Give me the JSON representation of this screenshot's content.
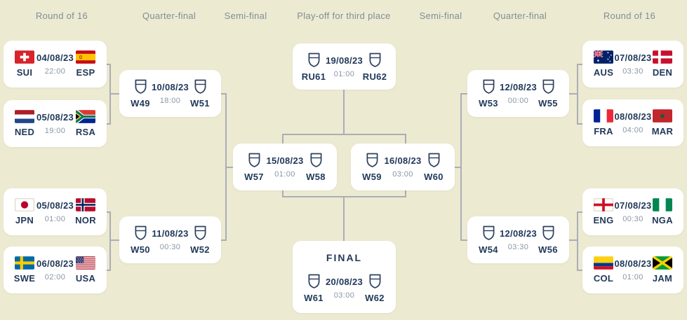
{
  "colors": {
    "background": "#EDEAD2",
    "card": "#FFFFFF",
    "navy_text": "#21395A",
    "muted_text": "#8B95A5",
    "header_text": "#7E8E93",
    "connector": "#A9AEB6"
  },
  "headers": [
    {
      "label": "Round of 16"
    },
    {
      "label": "Quarter-final"
    },
    {
      "label": "Semi-final"
    },
    {
      "label": "Play-off for third place"
    },
    {
      "label": "Semi-final"
    },
    {
      "label": "Quarter-final"
    },
    {
      "label": "Round of 16"
    }
  ],
  "final_label": "FINAL",
  "matches": [
    {
      "date": "04/08/23",
      "time": "22:00",
      "home": {
        "code": "SUI",
        "flag": "SUI"
      },
      "away": {
        "code": "ESP",
        "flag": "ESP"
      }
    },
    {
      "date": "05/08/23",
      "time": "19:00",
      "home": {
        "code": "NED",
        "flag": "NED"
      },
      "away": {
        "code": "RSA",
        "flag": "RSA"
      }
    },
    {
      "date": "05/08/23",
      "time": "01:00",
      "home": {
        "code": "JPN",
        "flag": "JPN"
      },
      "away": {
        "code": "NOR",
        "flag": "NOR"
      }
    },
    {
      "date": "06/08/23",
      "time": "02:00",
      "home": {
        "code": "SWE",
        "flag": "SWE"
      },
      "away": {
        "code": "USA",
        "flag": "USA"
      }
    },
    {
      "date": "10/08/23",
      "time": "18:00",
      "home": {
        "code": "W49",
        "flag": "SHIELD"
      },
      "away": {
        "code": "W51",
        "flag": "SHIELD"
      }
    },
    {
      "date": "11/08/23",
      "time": "00:30",
      "home": {
        "code": "W50",
        "flag": "SHIELD"
      },
      "away": {
        "code": "W52",
        "flag": "SHIELD"
      }
    },
    {
      "date": "15/08/23",
      "time": "01:00",
      "home": {
        "code": "W57",
        "flag": "SHIELD"
      },
      "away": {
        "code": "W58",
        "flag": "SHIELD"
      }
    },
    {
      "date": "19/08/23",
      "time": "01:00",
      "home": {
        "code": "RU61",
        "flag": "SHIELD"
      },
      "away": {
        "code": "RU62",
        "flag": "SHIELD"
      }
    },
    {
      "date": "16/08/23",
      "time": "03:00",
      "home": {
        "code": "W59",
        "flag": "SHIELD"
      },
      "away": {
        "code": "W60",
        "flag": "SHIELD"
      }
    },
    {
      "title": "FINAL",
      "date": "20/08/23",
      "time": "03:00",
      "home": {
        "code": "W61",
        "flag": "SHIELD"
      },
      "away": {
        "code": "W62",
        "flag": "SHIELD"
      }
    },
    {
      "date": "12/08/23",
      "time": "00:00",
      "home": {
        "code": "W53",
        "flag": "SHIELD"
      },
      "away": {
        "code": "W55",
        "flag": "SHIELD"
      }
    },
    {
      "date": "12/08/23",
      "time": "03:30",
      "home": {
        "code": "W54",
        "flag": "SHIELD"
      },
      "away": {
        "code": "W56",
        "flag": "SHIELD"
      }
    },
    {
      "date": "07/08/23",
      "time": "03:30",
      "home": {
        "code": "AUS",
        "flag": "AUS"
      },
      "away": {
        "code": "DEN",
        "flag": "DEN"
      }
    },
    {
      "date": "08/08/23",
      "time": "04:00",
      "home": {
        "code": "FRA",
        "flag": "FRA"
      },
      "away": {
        "code": "MAR",
        "flag": "MAR"
      }
    },
    {
      "date": "07/08/23",
      "time": "00:30",
      "home": {
        "code": "ENG",
        "flag": "ENG"
      },
      "away": {
        "code": "NGA",
        "flag": "NGA"
      }
    },
    {
      "date": "08/08/23",
      "time": "01:00",
      "home": {
        "code": "COL",
        "flag": "COL"
      },
      "away": {
        "code": "JAM",
        "flag": "JAM"
      }
    }
  ]
}
